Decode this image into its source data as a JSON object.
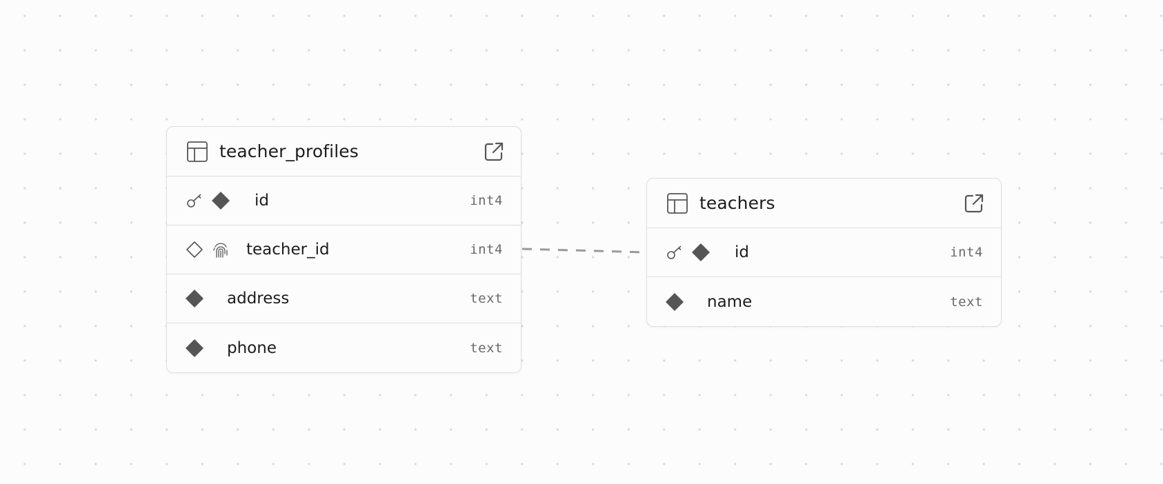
{
  "tables": [
    {
      "name": "teacher_profiles",
      "icon": "table-icon",
      "open_icon": "external-link-icon",
      "columns": [
        {
          "name": "id",
          "type": "int4",
          "icons": [
            "primary-key-icon",
            "not-null-diamond-icon"
          ]
        },
        {
          "name": "teacher_id",
          "type": "int4",
          "icons": [
            "nullable-diamond-icon",
            "unique-fingerprint-icon"
          ]
        },
        {
          "name": "address",
          "type": "text",
          "icons": [
            "not-null-diamond-icon"
          ]
        },
        {
          "name": "phone",
          "type": "text",
          "icons": [
            "not-null-diamond-icon"
          ]
        }
      ]
    },
    {
      "name": "teachers",
      "icon": "table-icon",
      "open_icon": "external-link-icon",
      "columns": [
        {
          "name": "id",
          "type": "int4",
          "icons": [
            "primary-key-icon",
            "not-null-diamond-icon"
          ]
        },
        {
          "name": "name",
          "type": "text",
          "icons": [
            "not-null-diamond-icon"
          ]
        }
      ]
    }
  ],
  "relations": [
    {
      "from": "teacher_profiles.teacher_id",
      "to": "teachers.id",
      "style": "dashed"
    }
  ],
  "colors": {
    "background": "#fcfcfc",
    "grid_dot": "#d9d9d9",
    "border": "#dedede",
    "icon": "#555555",
    "relation_line": "#999999"
  }
}
